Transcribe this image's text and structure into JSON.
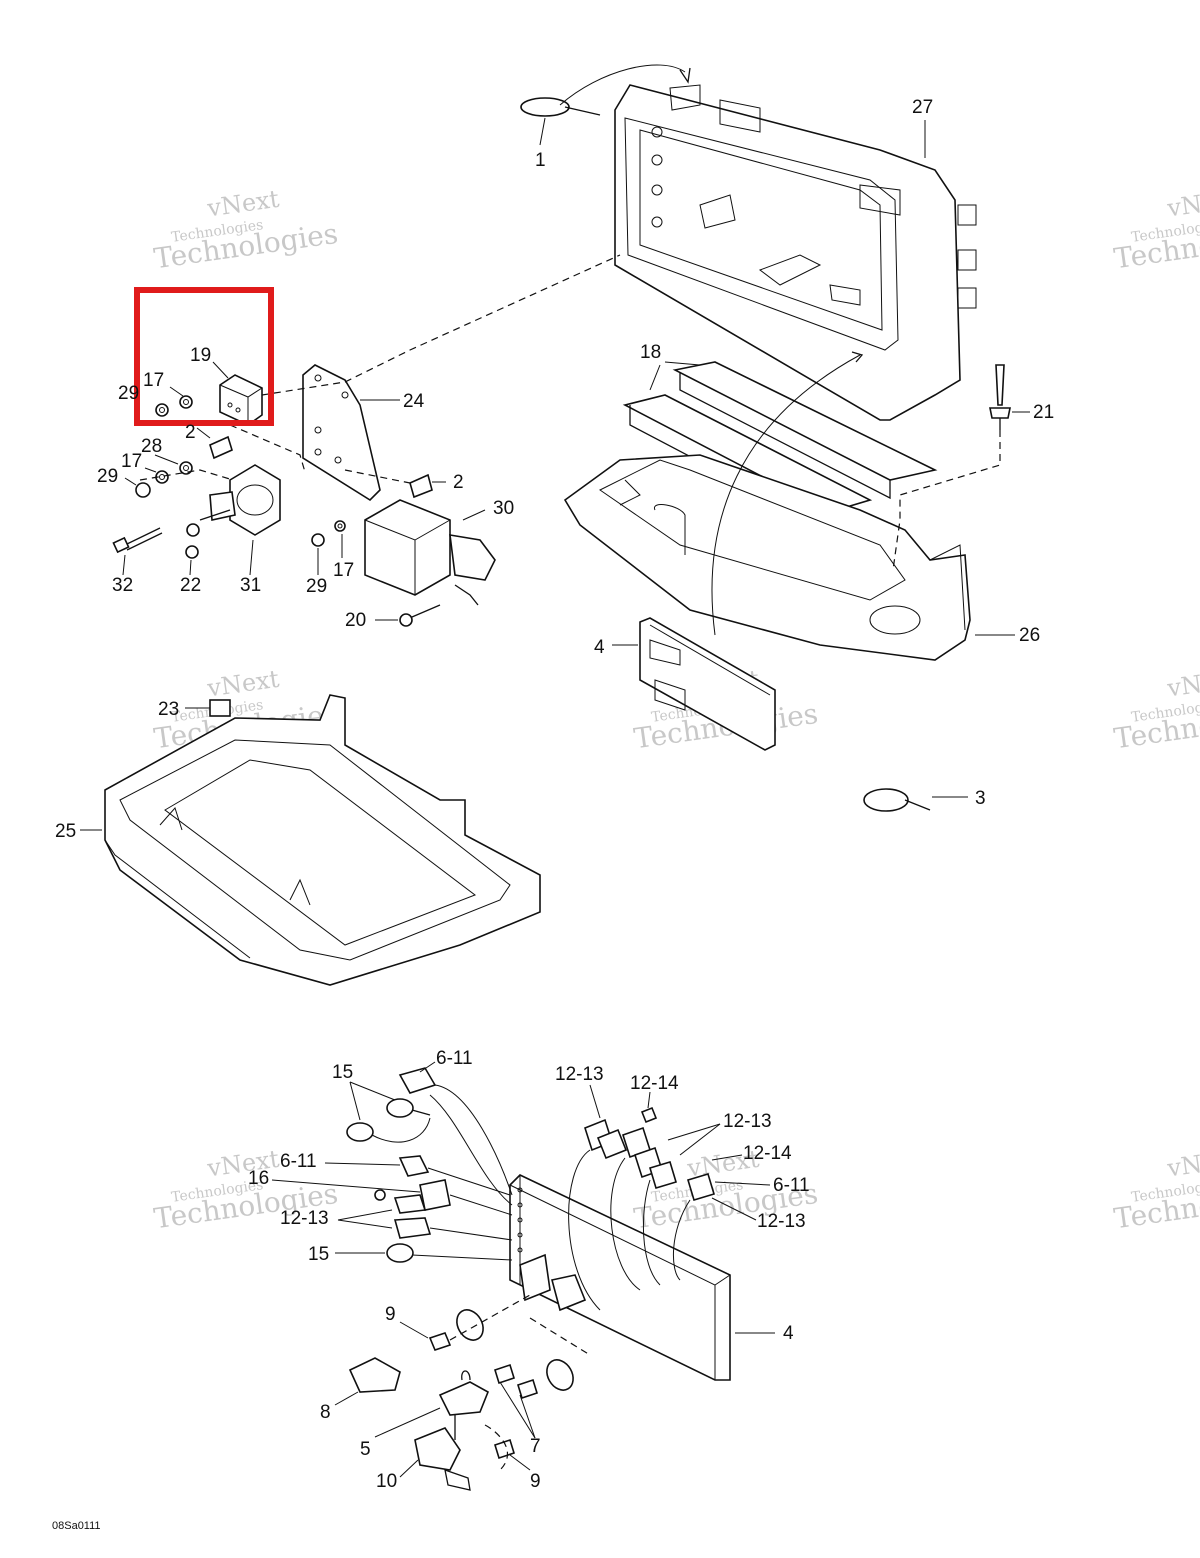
{
  "drawing_code": "08Sa0111",
  "watermark": {
    "line1": "vNext",
    "line2": "Technologies"
  },
  "highlight": {
    "part": "19",
    "color": "#e01b1b"
  },
  "callouts": [
    {
      "id": "c1",
      "text": "1"
    },
    {
      "id": "c27",
      "text": "27"
    },
    {
      "id": "c18",
      "text": "18"
    },
    {
      "id": "c21",
      "text": "21"
    },
    {
      "id": "c24",
      "text": "24"
    },
    {
      "id": "c19",
      "text": "19"
    },
    {
      "id": "c29a",
      "text": "29"
    },
    {
      "id": "c17a",
      "text": "17"
    },
    {
      "id": "c2a",
      "text": "2"
    },
    {
      "id": "c28",
      "text": "28"
    },
    {
      "id": "c17b",
      "text": "17"
    },
    {
      "id": "c29b",
      "text": "29"
    },
    {
      "id": "c2b",
      "text": "2"
    },
    {
      "id": "c30",
      "text": "30"
    },
    {
      "id": "c32",
      "text": "32"
    },
    {
      "id": "c22",
      "text": "22"
    },
    {
      "id": "c31",
      "text": "31"
    },
    {
      "id": "c29c",
      "text": "29"
    },
    {
      "id": "c17c",
      "text": "17"
    },
    {
      "id": "c20",
      "text": "20"
    },
    {
      "id": "c4a",
      "text": "4"
    },
    {
      "id": "c26",
      "text": "26"
    },
    {
      "id": "c23",
      "text": "23"
    },
    {
      "id": "c25",
      "text": "25"
    },
    {
      "id": "c3",
      "text": "3"
    },
    {
      "id": "c611a",
      "text": "6-11"
    },
    {
      "id": "c15a",
      "text": "15"
    },
    {
      "id": "c1213a",
      "text": "12-13"
    },
    {
      "id": "c1214a",
      "text": "12-14"
    },
    {
      "id": "c1213b",
      "text": "12-13"
    },
    {
      "id": "c1214b",
      "text": "12-14"
    },
    {
      "id": "c611b",
      "text": "6-11"
    },
    {
      "id": "c16",
      "text": "16"
    },
    {
      "id": "c611c",
      "text": "6-11"
    },
    {
      "id": "c1213c",
      "text": "12-13"
    },
    {
      "id": "c1213d",
      "text": "12-13"
    },
    {
      "id": "c15b",
      "text": "15"
    },
    {
      "id": "c4b",
      "text": "4"
    },
    {
      "id": "c9a",
      "text": "9"
    },
    {
      "id": "c8",
      "text": "8"
    },
    {
      "id": "c5",
      "text": "5"
    },
    {
      "id": "c7",
      "text": "7"
    },
    {
      "id": "c10",
      "text": "10"
    },
    {
      "id": "c9b",
      "text": "9"
    }
  ]
}
